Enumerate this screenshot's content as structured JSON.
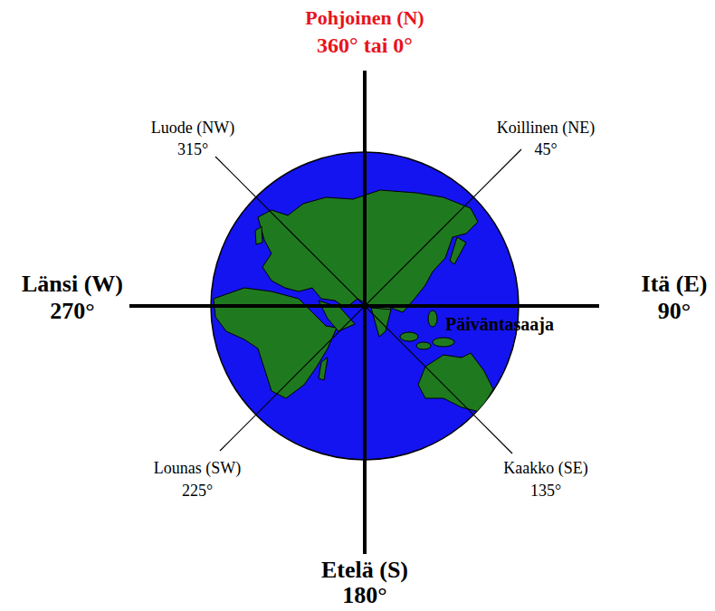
{
  "diagram": {
    "labels": [
      "Pohjoinen (N)",
      "360° tai 0°",
      "Luode (NW)",
      "315°",
      "Koillinen (NE)",
      "45°",
      "Länsi (W)",
      "270°",
      "Itä (E)",
      "90°",
      "Päiväntasaaja",
      "Lounas (SW)",
      "225°",
      "Kaakko (SE)",
      "135°",
      "Etelä (S)",
      "180°"
    ]
  }
}
